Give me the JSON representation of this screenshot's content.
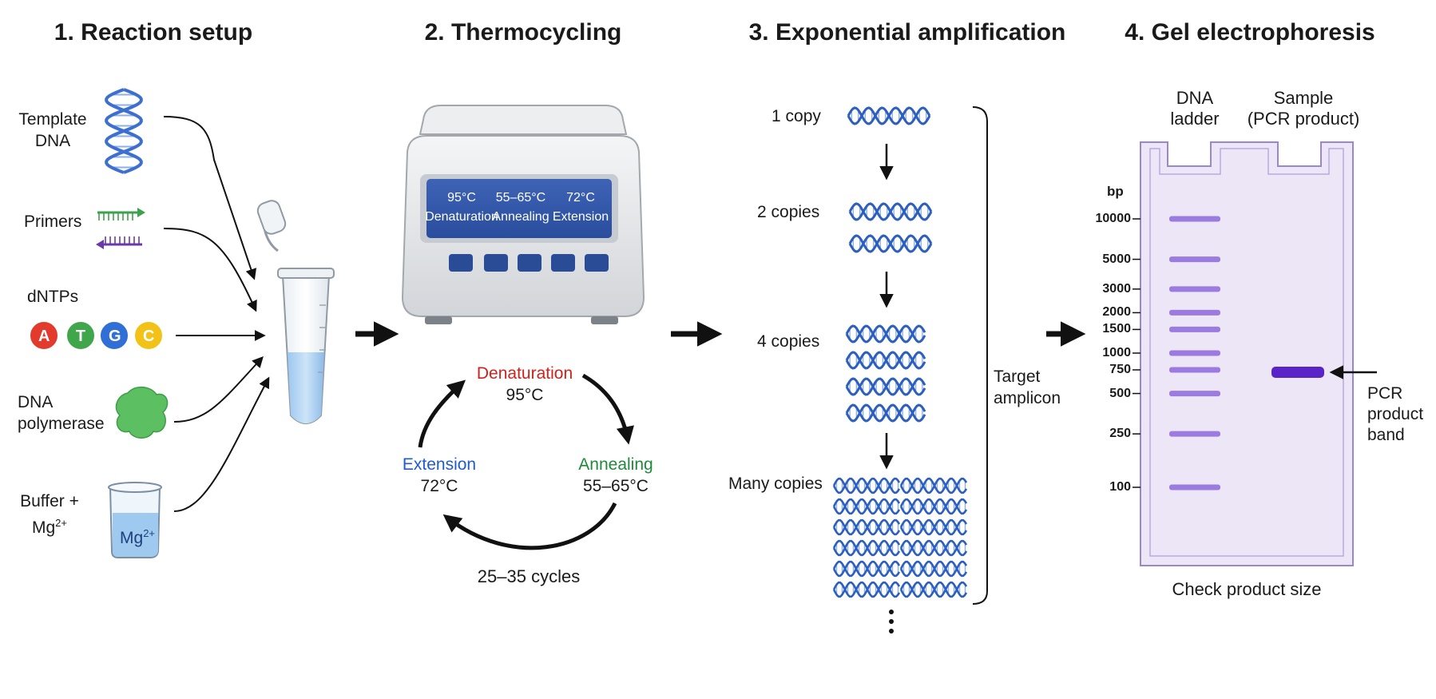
{
  "panels": [
    {
      "title": "1. Reaction setup"
    },
    {
      "title": "2. Thermocycling"
    },
    {
      "title": "3. Exponential amplification"
    },
    {
      "title": "4. Gel electrophoresis"
    }
  ],
  "setup": {
    "template_dna": [
      "Template",
      "DNA"
    ],
    "primers": "Primers",
    "dntps": "dNTPs",
    "bases": [
      "A",
      "T",
      "G",
      "C"
    ],
    "base_colors": [
      "#e23b2e",
      "#3fa64b",
      "#2f6fd6",
      "#f2c316"
    ],
    "polymerase": [
      "DNA",
      "polymerase"
    ],
    "buffer": [
      "Buffer +",
      "Mg",
      "2+"
    ],
    "beaker_label": [
      "Mg",
      "2+"
    ]
  },
  "thermocycler": {
    "screen": [
      {
        "temp": "95°C",
        "step": "Denaturation"
      },
      {
        "temp": "55–65°C",
        "step": "Annealing"
      },
      {
        "temp": "72°C",
        "step": "Extension"
      }
    ],
    "cycle": {
      "denaturation": {
        "name": "Denaturation",
        "temp": "95°C",
        "color": "#d0211b"
      },
      "annealing": {
        "name": "Annealing",
        "temp": "55–65°C",
        "color": "#1e8a3a"
      },
      "extension": {
        "name": "Extension",
        "temp": "72°C",
        "color": "#1f5bd0"
      },
      "cycles": "25–35 cycles"
    }
  },
  "amplification": {
    "stages": [
      {
        "label": "1 copy",
        "count": 1
      },
      {
        "label": "2 copies",
        "count": 2
      },
      {
        "label": "4 copies",
        "count": 4
      },
      {
        "label": "Many copies",
        "count": 12
      }
    ],
    "bracket_label": [
      "Target",
      "amplicon"
    ]
  },
  "gel": {
    "lane1": [
      "DNA",
      "ladder"
    ],
    "lane2": [
      "Sample",
      "(PCR product)"
    ],
    "bp_label": "bp",
    "ladder": [
      "10000",
      "5000",
      "3000",
      "2000",
      "1500",
      "1000",
      "750",
      "500",
      "250",
      "100"
    ],
    "product_band": [
      "PCR",
      "product",
      "band"
    ],
    "caption": "Check product size",
    "gel_color": "#ece6f7",
    "band_color": "#5a23c8"
  }
}
